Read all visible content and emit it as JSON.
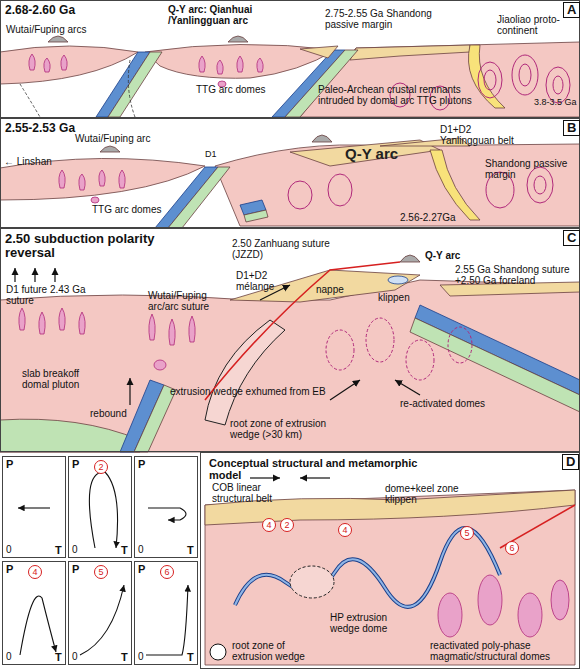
{
  "diagram": {
    "nodes": [
      {
        "text": [
          "2.68-2.60 Ga",
          "A"
        ]
      },
      {
        "text": [
          "2.55-2.53 Ga",
          "B"
        ]
      },
      {
        "text": [
          "2.50 subduction polarity reversal",
          "C"
        ]
      },
      {
        "text": [
          "P",
          "0",
          "T"
        ]
      },
      {
        "text": [
          "P",
          "2",
          "0",
          "T"
        ]
      },
      {
        "text": [
          "P",
          "0",
          "T"
        ]
      },
      {
        "text": [
          "P",
          "4",
          "0",
          "T"
        ]
      },
      {
        "text": [
          "P",
          "5",
          "0",
          "T"
        ]
      },
      {
        "text": [
          "P",
          "6",
          "0",
          "T"
        ]
      },
      {
        "text": [
          "D",
          "Conceptual structural and metamorphic model"
        ]
      }
    ],
    "labels": [
      "Wutai/Fuping arcs",
      "Q-Y arc: Qianhuai /Yanlingguan arc",
      "2.75-2.55 Ga Shandong passive margin",
      "Jiaoliao proto-continent",
      "TTG arc domes",
      "Paleo-Archean crustal remnants intruded by domal arc TTG plutons",
      "3.8-3.5 Ga",
      "← Linshan",
      "Wutai/Fuping arc",
      "D1",
      "Q-Y arc",
      "D1+D2 Yanlingguan belt",
      "Shandong passive margin",
      "TTG arc domes",
      "2.56-2.27Ga",
      "2.50 Zanhuang suture (JZZD)",
      "D1 future 2.43 Ga suture",
      "Wutai/Fuping arc/arc suture",
      "D1+D2 mélange",
      "nappe",
      "Q-Y arc",
      "klippen",
      "2.55 Ga Shandong suture +2.50 Ga foreland",
      "slab breakoff domal pluton",
      "rebound",
      "extrusion wedge exhumed from EB",
      "re-activated domes",
      "root zone of extrusion wedge (>30 km)",
      "COB linear structural belt",
      "4",
      "2",
      "4",
      "dome+keel zone klippen",
      "5",
      "6",
      "HP extrusion wedge dome",
      "reactivated poly-phase magmatic/structural domes",
      "root zone of extrusion wedge"
    ]
  }
}
